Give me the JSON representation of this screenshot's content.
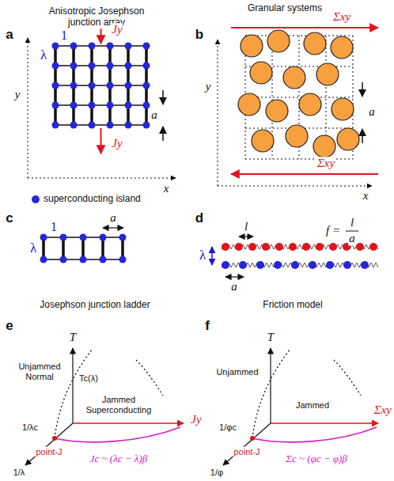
{
  "diagram": {
    "labels": [
      "Anisotropic Josephson junction array",
      "a",
      "1",
      "λ",
      "Jy",
      "Jy",
      "y",
      "x",
      "a",
      "superconducting island",
      "b",
      "Granular systems",
      "Σxy",
      "Σxy",
      "y",
      "x",
      "a",
      "c",
      "1",
      "λ",
      "a",
      "d",
      "l",
      "f =",
      "l",
      "a",
      "λ",
      "a",
      "Josephson junction ladder",
      "Friction model",
      "e",
      "T",
      "Unjammed Normal",
      "Tc(λ)",
      "Jammed Superconducting",
      "Jy",
      "1/λc",
      "point-J",
      "Jc ~ (λc − λ)β",
      "1/λ",
      "f",
      "T",
      "Unjammed",
      "Jammed",
      "Σxy",
      "1/φc",
      "point-J",
      "Σc ~ (φc − φ)β",
      "1/φ"
    ]
  }
}
